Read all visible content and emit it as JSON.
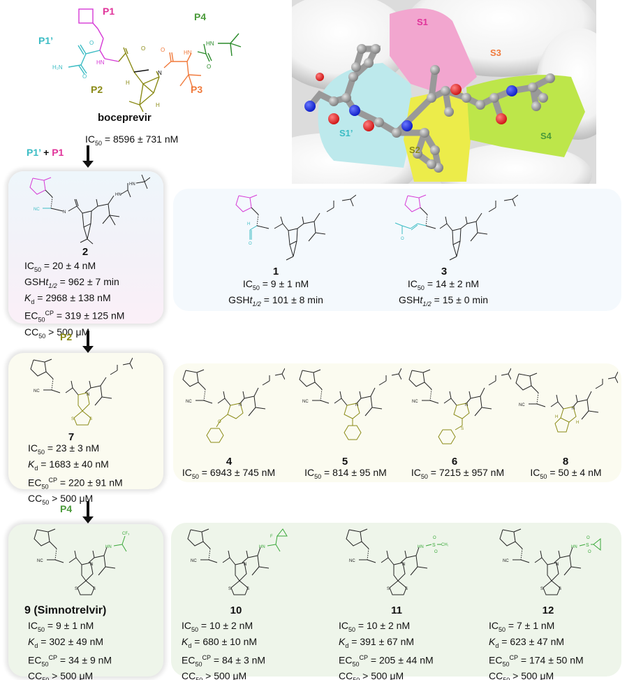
{
  "colors": {
    "p1_prime": "#3bbcc4",
    "p1": "#e0339a",
    "p2": "#8a8a16",
    "p3": "#f07a3c",
    "p4": "#4a9a3a",
    "s1_pocket": "#f2a6cf",
    "s1p_pocket": "#bde9ec",
    "s2_pocket": "#ecec4a",
    "s4_pocket": "#bde64a",
    "p4_green_struct": "#3aa83a"
  },
  "boceprevir": {
    "labels": {
      "p1": "P1",
      "p1_prime": "P1’",
      "p2": "P2",
      "p3": "P3",
      "p4": "P4"
    },
    "atoms": {
      "o": "O",
      "h2n": "H₂N",
      "hn": "HN",
      "n": "N",
      "h": "H"
    },
    "name": "boceprevir",
    "ic50_label": "IC",
    "ic50_sub": "50",
    "ic50_value": " = 8596 ± 731 nM"
  },
  "pocket": {
    "labels": {
      "s1": "S1",
      "s1_prime": "S1’",
      "s2": "S2",
      "s3": "S3",
      "s4": "S4"
    }
  },
  "steps": [
    {
      "label_a": "P1’",
      "plus": " + ",
      "label_b": "P1"
    },
    {
      "label": "P2"
    },
    {
      "label": "P4"
    }
  ],
  "compounds": {
    "c2": {
      "name": "2",
      "lines": [
        {
          "pre": "IC",
          "sub": "50",
          "sup": "",
          "post": " = 20 ± 4 nM"
        },
        {
          "pre": "GSH",
          "ital": "t",
          "sub": "1/2",
          "sup": "",
          "post": " = 962 ± 7 min"
        },
        {
          "ital": "K",
          "sub": "d",
          "sup": "",
          "post": " = 2968 ± 138 nM"
        },
        {
          "pre": "EC",
          "sub": "50",
          "sup": "CP",
          "post": " = 319 ± 125 nM"
        },
        {
          "pre": "CC",
          "sub": "50",
          "sup": "",
          "post": " > 500 μM"
        }
      ]
    },
    "c1": {
      "name": "1",
      "lines": [
        {
          "pre": "IC",
          "sub": "50",
          "post": " = 9 ± 1  nM"
        },
        {
          "pre": "GSH",
          "ital": "t",
          "sub": "1/2",
          "post": " = 101 ± 8 min"
        }
      ]
    },
    "c3": {
      "name": "3",
      "lines": [
        {
          "pre": "IC",
          "sub": "50",
          "post": " = 14 ± 2 nM"
        },
        {
          "pre": "GSH",
          "ital": "t",
          "sub": "1/2",
          "post": " = 15 ± 0 min"
        }
      ]
    },
    "c7": {
      "name": "7",
      "lines": [
        {
          "pre": "IC",
          "sub": "50",
          "post": " = 23 ± 3 nM"
        },
        {
          "ital": "K",
          "sub": "d",
          "post": " = 1683 ± 40 nM"
        },
        {
          "pre": "EC",
          "sub": "50",
          "sup": "CP",
          "post": " = 220 ± 91 nM"
        },
        {
          "pre": "CC",
          "sub": "50",
          "post": " > 500 μM"
        }
      ]
    },
    "c4": {
      "name": "4",
      "lines": [
        {
          "pre": "IC",
          "sub": "50",
          "post": " = 6943 ± 745 nM"
        }
      ]
    },
    "c5": {
      "name": "5",
      "lines": [
        {
          "pre": "IC",
          "sub": "50",
          "post": " = 814 ± 95 nM"
        }
      ]
    },
    "c6": {
      "name": "6",
      "lines": [
        {
          "pre": "IC",
          "sub": "50",
          "post": " = 7215 ± 957  nM"
        }
      ]
    },
    "c8": {
      "name": "8",
      "lines": [
        {
          "pre": "IC",
          "sub": "50",
          "post": " = 50 ± 4 nM"
        }
      ]
    },
    "c9": {
      "name": "9 (Simnotrelvir)",
      "lines": [
        {
          "pre": "IC",
          "sub": "50",
          "post": " = 9 ± 1  nM"
        },
        {
          "ital": "K",
          "sub": "d",
          "post": " = 302 ± 49 nM"
        },
        {
          "pre": "EC",
          "sub": "50",
          "sup": "CP",
          "post": " = 34 ± 9 nM"
        },
        {
          "pre": "CC",
          "sub": "50",
          "post": " > 500 μM"
        }
      ]
    },
    "c10": {
      "name": "10",
      "lines": [
        {
          "pre": "IC",
          "sub": "50",
          "post": " = 10 ± 2 nM"
        },
        {
          "ital": "K",
          "sub": "d",
          "post": " = 680 ± 10 nM"
        },
        {
          "pre": "EC",
          "sub": "50",
          "sup": "CP",
          "post": " = 84 ± 3 nM"
        },
        {
          "pre": "CC",
          "sub": "50",
          "post": " > 500 μM"
        }
      ]
    },
    "c11": {
      "name": "11",
      "lines": [
        {
          "pre": "IC",
          "sub": "50",
          "post": " = 10 ± 2 nM"
        },
        {
          "ital": "K",
          "sub": "d",
          "post": " = 391 ± 67 nM"
        },
        {
          "pre": "EC",
          "sub": "50",
          "sup": "CP",
          "post": " = 205 ± 44 nM"
        },
        {
          "pre": "CC",
          "sub": "50",
          "post": " > 500 μM"
        }
      ]
    },
    "c12": {
      "name": "12",
      "lines": [
        {
          "pre": "IC",
          "sub": "50",
          "post": " = 7 ± 1  nM"
        },
        {
          "ital": "K",
          "sub": "d",
          "post": " = 623 ± 47 nM"
        },
        {
          "pre": "EC",
          "sub": "50",
          "sup": "CP",
          "post": " = 174 ± 50 nM"
        },
        {
          "pre": "CC",
          "sub": "50",
          "post": " > 500 μM"
        }
      ]
    }
  },
  "atom_labels": {
    "h": "H",
    "n": "N",
    "o": "O",
    "s": "S",
    "nc": "NC",
    "hn": "HN",
    "cf3": "CF₃",
    "f": "F",
    "ch3": "CH₃"
  }
}
